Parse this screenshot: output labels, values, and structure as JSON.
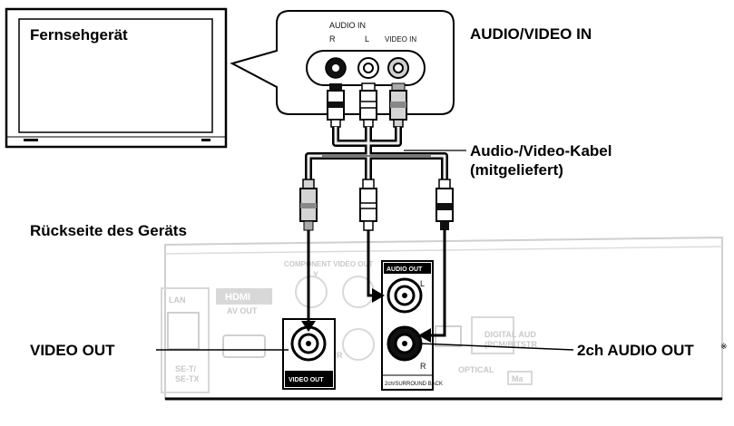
{
  "tv": {
    "label": "Fernsehgerät"
  },
  "tv_input_panel": {
    "title": "AUDIO/VIDEO IN",
    "audio_in": "AUDIO IN",
    "jack_r": "R",
    "jack_l": "L",
    "video_in": "VIDEO IN"
  },
  "cable": {
    "label_line1": "Audio-/Video-Kabel",
    "label_line2": "(mitgeliefert)"
  },
  "device_rear": {
    "label": "Rückseite des Geräts",
    "component_video": "COMPONENT VIDEO OUT",
    "component_y": "Y",
    "component_pr": "PR",
    "audio_out_box": "AUDIO OUT",
    "audio_l": "L",
    "audio_r": "R",
    "video_out_box": "VIDEO OUT",
    "surround_back": "2ch/SURROUND BACK",
    "lan": "LAN",
    "hdmi_logo": "HDMI",
    "av_out": "AV OUT",
    "lan_spec_1": "SE-T/",
    "lan_spec_2": "SE-TX",
    "digital_audio_1": "DIGITAL AUD",
    "digital_audio_2": "(PCM/BITSTR",
    "optical": "OPTICAL",
    "ma": "Ma"
  },
  "callouts": {
    "video_out": "VIDEO OUT",
    "audio_out": "2ch AUDIO OUT",
    "audio_out_mark": "※"
  }
}
